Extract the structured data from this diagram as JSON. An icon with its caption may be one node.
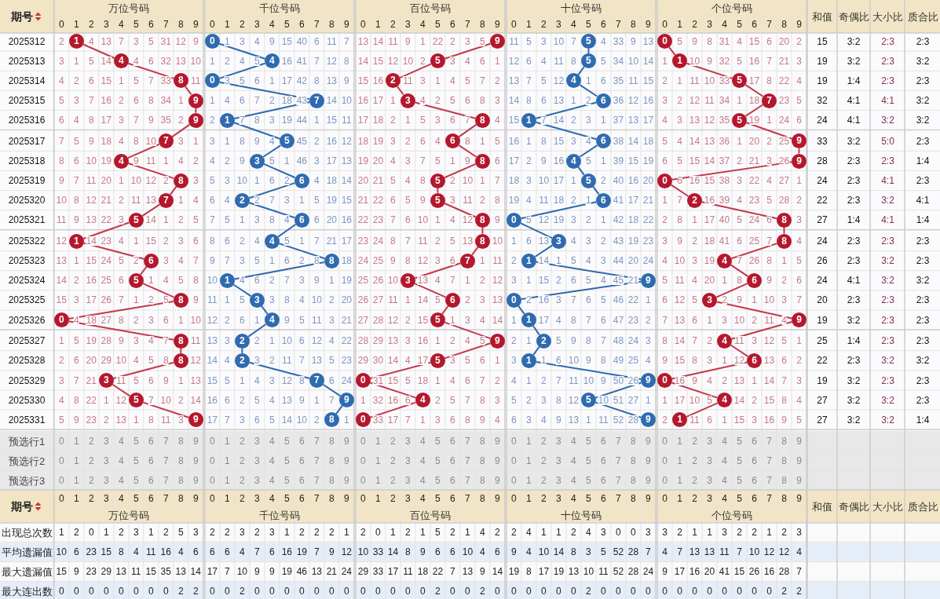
{
  "diagram": {
    "nodes": [
      {
        "text": [
          "1"
        ]
      },
      {
        "text": [
          "0"
        ]
      },
      {
        "text": [
          "9"
        ]
      },
      {
        "text": [
          "5"
        ]
      },
      {
        "text": [
          "0"
        ]
      },
      {
        "text": [
          "4"
        ]
      },
      {
        "text": [
          "4"
        ]
      },
      {
        "text": [
          "5"
        ]
      },
      {
        "text": [
          "5"
        ]
      },
      {
        "text": [
          "1"
        ]
      },
      {
        "text": [
          "8"
        ]
      },
      {
        "text": [
          "0"
        ]
      },
      {
        "text": [
          "2"
        ]
      },
      {
        "text": [
          "4"
        ]
      },
      {
        "text": [
          "5"
        ]
      },
      {
        "text": [
          "9"
        ]
      },
      {
        "text": [
          "7"
        ]
      },
      {
        "text": [
          "3"
        ]
      },
      {
        "text": [
          "6"
        ]
      },
      {
        "text": [
          "7"
        ]
      },
      {
        "text": [
          "9"
        ]
      },
      {
        "text": [
          "1"
        ]
      },
      {
        "text": [
          "8"
        ]
      },
      {
        "text": [
          "1"
        ]
      },
      {
        "text": [
          "5"
        ]
      },
      {
        "text": [
          "7"
        ]
      },
      {
        "text": [
          "5"
        ]
      },
      {
        "text": [
          "6"
        ]
      },
      {
        "text": [
          "6"
        ]
      },
      {
        "text": [
          "9"
        ]
      },
      {
        "text": [
          "4"
        ]
      },
      {
        "text": [
          "3"
        ]
      },
      {
        "text": [
          "8"
        ]
      },
      {
        "text": [
          "4"
        ]
      },
      {
        "text": [
          "9"
        ]
      },
      {
        "text": [
          "8"
        ]
      },
      {
        "text": [
          "6"
        ]
      },
      {
        "text": [
          "5"
        ]
      },
      {
        "text": [
          "5"
        ]
      },
      {
        "text": [
          "0"
        ]
      },
      {
        "text": [
          "7"
        ]
      },
      {
        "text": [
          "2"
        ]
      },
      {
        "text": [
          "5"
        ]
      },
      {
        "text": [
          "6"
        ]
      },
      {
        "text": [
          "2"
        ]
      },
      {
        "text": [
          "5"
        ]
      },
      {
        "text": [
          "6"
        ]
      },
      {
        "text": [
          "8"
        ]
      },
      {
        "text": [
          "0"
        ]
      },
      {
        "text": [
          "8"
        ]
      },
      {
        "text": [
          "1"
        ]
      },
      {
        "text": [
          "4"
        ]
      },
      {
        "text": [
          "8"
        ]
      },
      {
        "text": [
          "3"
        ]
      },
      {
        "text": [
          "8"
        ]
      },
      {
        "text": [
          "6"
        ]
      },
      {
        "text": [
          "8"
        ]
      },
      {
        "text": [
          "7"
        ]
      },
      {
        "text": [
          "1"
        ]
      },
      {
        "text": [
          "4"
        ]
      },
      {
        "text": [
          "5"
        ]
      },
      {
        "text": [
          "1"
        ]
      },
      {
        "text": [
          "3"
        ]
      },
      {
        "text": [
          "9"
        ]
      },
      {
        "text": [
          "6"
        ]
      },
      {
        "text": [
          "8"
        ]
      },
      {
        "text": [
          "3"
        ]
      },
      {
        "text": [
          "6"
        ]
      },
      {
        "text": [
          "0"
        ]
      },
      {
        "text": [
          "3"
        ]
      },
      {
        "text": [
          "0"
        ]
      },
      {
        "text": [
          "4"
        ]
      },
      {
        "text": [
          "5"
        ]
      },
      {
        "text": [
          "1"
        ]
      },
      {
        "text": [
          "9"
        ]
      },
      {
        "text": [
          "8"
        ]
      },
      {
        "text": [
          "2"
        ]
      },
      {
        "text": [
          "9"
        ]
      },
      {
        "text": [
          "2"
        ]
      },
      {
        "text": [
          "4"
        ]
      },
      {
        "text": [
          "8"
        ]
      },
      {
        "text": [
          "2"
        ]
      },
      {
        "text": [
          "5"
        ]
      },
      {
        "text": [
          "1"
        ]
      },
      {
        "text": [
          "6"
        ]
      },
      {
        "text": [
          "3"
        ]
      },
      {
        "text": [
          "7"
        ]
      },
      {
        "text": [
          "0"
        ]
      },
      {
        "text": [
          "9"
        ]
      },
      {
        "text": [
          "0"
        ]
      },
      {
        "text": [
          "5"
        ]
      },
      {
        "text": [
          "9"
        ]
      },
      {
        "text": [
          "4"
        ]
      },
      {
        "text": [
          "5"
        ]
      },
      {
        "text": [
          "4"
        ]
      },
      {
        "text": [
          "9"
        ]
      },
      {
        "text": [
          "8"
        ]
      },
      {
        "text": [
          "0"
        ]
      },
      {
        "text": [
          "9"
        ]
      },
      {
        "text": [
          "1"
        ]
      }
    ],
    "edges": [
      {
        "from": 0,
        "to": 5,
        "arrow": "none"
      },
      {
        "from": 1,
        "to": 6,
        "arrow": "none",
        "color": "#2c6aad"
      },
      {
        "from": 2,
        "to": 7,
        "arrow": "none"
      },
      {
        "from": 3,
        "to": 8,
        "arrow": "none",
        "color": "#2c6aad"
      },
      {
        "from": 4,
        "to": 9,
        "arrow": "none"
      },
      {
        "from": 5,
        "to": 10,
        "arrow": "none"
      },
      {
        "from": 6,
        "to": 11,
        "arrow": "none",
        "color": "#2c6aad"
      },
      {
        "from": 7,
        "to": 12,
        "arrow": "none"
      },
      {
        "from": 8,
        "to": 13,
        "arrow": "none",
        "color": "#2c6aad"
      },
      {
        "from": 9,
        "to": 14,
        "arrow": "none"
      },
      {
        "from": 10,
        "to": 15,
        "arrow": "none"
      },
      {
        "from": 11,
        "to": 16,
        "arrow": "none",
        "color": "#2c6aad"
      },
      {
        "from": 12,
        "to": 17,
        "arrow": "none"
      },
      {
        "from": 13,
        "to": 18,
        "arrow": "none",
        "color": "#2c6aad"
      },
      {
        "from": 14,
        "to": 19,
        "arrow": "none"
      },
      {
        "from": 15,
        "to": 20,
        "arrow": "none"
      },
      {
        "from": 16,
        "to": 21,
        "arrow": "none",
        "color": "#2c6aad"
      },
      {
        "from": 17,
        "to": 22,
        "arrow": "none"
      },
      {
        "from": 18,
        "to": 23,
        "arrow": "none",
        "color": "#2c6aad"
      },
      {
        "from": 19,
        "to": 24,
        "arrow": "none"
      },
      {
        "from": 20,
        "to": 25,
        "arrow": "none"
      },
      {
        "from": 21,
        "to": 26,
        "arrow": "none",
        "color": "#2c6aad"
      },
      {
        "from": 22,
        "to": 27,
        "arrow": "none"
      },
      {
        "from": 23,
        "to": 28,
        "arrow": "none",
        "color": "#2c6aad"
      },
      {
        "from": 24,
        "to": 29,
        "arrow": "none"
      },
      {
        "from": 25,
        "to": 30,
        "arrow": "none"
      },
      {
        "from": 26,
        "to": 31,
        "arrow": "none",
        "color": "#2c6aad"
      },
      {
        "from": 27,
        "to": 32,
        "arrow": "none"
      },
      {
        "from": 28,
        "to": 33,
        "arrow": "none",
        "color": "#2c6aad"
      },
      {
        "from": 29,
        "to": 34,
        "arrow": "none"
      },
      {
        "from": 30,
        "to": 35,
        "arrow": "none"
      },
      {
        "from": 31,
        "to": 36,
        "arrow": "none",
        "color": "#2c6aad"
      },
      {
        "from": 32,
        "to": 37,
        "arrow": "none"
      },
      {
        "from": 33,
        "to": 38,
        "arrow": "none",
        "color": "#2c6aad"
      },
      {
        "from": 34,
        "to": 39,
        "arrow": "none"
      },
      {
        "from": 35,
        "to": 40,
        "arrow": "none"
      },
      {
        "from": 36,
        "to": 41,
        "arrow": "none",
        "color": "#2c6aad"
      },
      {
        "from": 37,
        "to": 42,
        "arrow": "none"
      },
      {
        "from": 38,
        "to": 43,
        "arrow": "none",
        "color": "#2c6aad"
      },
      {
        "from": 39,
        "to": 44,
        "arrow": "none"
      },
      {
        "from": 40,
        "to": 45,
        "arrow": "none"
      },
      {
        "from": 41,
        "to": 46,
        "arrow": "none",
        "color": "#2c6aad"
      },
      {
        "from": 42,
        "to": 47,
        "arrow": "none"
      },
      {
        "from": 43,
        "to": 48,
        "arrow": "none",
        "color": "#2c6aad"
      },
      {
        "from": 44,
        "to": 49,
        "arrow": "none"
      },
      {
        "from": 45,
        "to": 50,
        "arrow": "none"
      },
      {
        "from": 46,
        "to": 51,
        "arrow": "none",
        "color": "#2c6aad"
      },
      {
        "from": 47,
        "to": 52,
        "arrow": "none"
      },
      {
        "from": 48,
        "to": 53,
        "arrow": "none",
        "color": "#2c6aad"
      },
      {
        "from": 49,
        "to": 54,
        "arrow": "none"
      },
      {
        "from": 50,
        "to": 55,
        "arrow": "none"
      },
      {
        "from": 51,
        "to": 56,
        "arrow": "none",
        "color": "#2c6aad"
      },
      {
        "from": 52,
        "to": 57,
        "arrow": "none"
      },
      {
        "from": 53,
        "to": 58,
        "arrow": "none",
        "color": "#2c6aad"
      },
      {
        "from": 54,
        "to": 59,
        "arrow": "none"
      },
      {
        "from": 55,
        "to": 60,
        "arrow": "none"
      },
      {
        "from": 56,
        "to": 61,
        "arrow": "none",
        "color": "#2c6aad"
      },
      {
        "from": 57,
        "to": 62,
        "arrow": "none"
      },
      {
        "from": 58,
        "to": 63,
        "arrow": "none",
        "color": "#2c6aad"
      },
      {
        "from": 59,
        "to": 64,
        "arrow": "none"
      },
      {
        "from": 60,
        "to": 65,
        "arrow": "none"
      },
      {
        "from": 61,
        "to": 66,
        "arrow": "none",
        "color": "#2c6aad"
      },
      {
        "from": 62,
        "to": 67,
        "arrow": "none"
      },
      {
        "from": 63,
        "to": 68,
        "arrow": "none",
        "color": "#2c6aad"
      },
      {
        "from": 64,
        "to": 69,
        "arrow": "none"
      },
      {
        "from": 65,
        "to": 70,
        "arrow": "none"
      },
      {
        "from": 66,
        "to": 71,
        "arrow": "none",
        "color": "#2c6aad"
      },
      {
        "from": 67,
        "to": 72,
        "arrow": "none"
      },
      {
        "from": 68,
        "to": 73,
        "arrow": "none",
        "color": "#2c6aad"
      },
      {
        "from": 69,
        "to": 74,
        "arrow": "none"
      },
      {
        "from": 70,
        "to": 75,
        "arrow": "none"
      },
      {
        "from": 71,
        "to": 76,
        "arrow": "none",
        "color": "#2c6aad"
      },
      {
        "from": 72,
        "to": 77,
        "arrow": "none"
      },
      {
        "from": 73,
        "to": 78,
        "arrow": "none",
        "color": "#2c6aad"
      },
      {
        "from": 74,
        "to": 79,
        "arrow": "none"
      },
      {
        "from": 75,
        "to": 80,
        "arrow": "none"
      },
      {
        "from": 76,
        "to": 81,
        "arrow": "none",
        "color": "#2c6aad"
      },
      {
        "from": 77,
        "to": 82,
        "arrow": "none"
      },
      {
        "from": 78,
        "to": 83,
        "arrow": "none",
        "color": "#2c6aad"
      },
      {
        "from": 79,
        "to": 84,
        "arrow": "none"
      },
      {
        "from": 80,
        "to": 85,
        "arrow": "none"
      },
      {
        "from": 81,
        "to": 86,
        "arrow": "none",
        "color": "#2c6aad"
      },
      {
        "from": 82,
        "to": 87,
        "arrow": "none"
      },
      {
        "from": 83,
        "to": 88,
        "arrow": "none",
        "color": "#2c6aad"
      },
      {
        "from": 84,
        "to": 89,
        "arrow": "none"
      },
      {
        "from": 85,
        "to": 90,
        "arrow": "none"
      },
      {
        "from": 86,
        "to": 91,
        "arrow": "none",
        "color": "#2c6aad"
      },
      {
        "from": 87,
        "to": 92,
        "arrow": "none"
      },
      {
        "from": 88,
        "to": 93,
        "arrow": "none",
        "color": "#2c6aad"
      },
      {
        "from": 89,
        "to": 94,
        "arrow": "none"
      },
      {
        "from": 90,
        "to": 95,
        "arrow": "none"
      },
      {
        "from": 91,
        "to": 96,
        "arrow": "none",
        "color": "#2c6aad"
      },
      {
        "from": 92,
        "to": 97,
        "arrow": "none"
      },
      {
        "from": 93,
        "to": 98,
        "arrow": "none",
        "color": "#2c6aad"
      },
      {
        "from": 94,
        "to": 99,
        "arrow": "none"
      }
    ],
    "labels": [
      "期号",
      "万位号码",
      "千位号码",
      "百位号码",
      "十位号码",
      "个位号码",
      "和值",
      "奇偶比",
      "大小比",
      "质合比",
      "0",
      "1",
      "2",
      "3",
      "4",
      "5",
      "6",
      "7",
      "8",
      "9",
      "0",
      "1",
      "2",
      "3",
      "4",
      "5",
      "6",
      "7",
      "8",
      "9",
      "0",
      "1",
      "2",
      "3",
      "4",
      "5",
      "6",
      "7",
      "8",
      "9",
      "0",
      "1",
      "2",
      "3",
      "4",
      "5",
      "6",
      "7",
      "8",
      "9",
      "0",
      "1",
      "2",
      "3",
      "4",
      "5",
      "6",
      "7",
      "8",
      "9",
      "2025312",
      "2",
      "4",
      "13",
      "7",
      "3",
      "5",
      "31",
      "12",
      "9",
      "1",
      "3",
      "4",
      "9",
      "15",
      "40",
      "6",
      "11",
      "7",
      "13",
      "14",
      "11",
      "9",
      "1",
      "22",
      "2",
      "3",
      "5",
      "11",
      "5",
      "3",
      "10",
      "7",
      "4",
      "33",
      "9",
      "13",
      "5",
      "9",
      "8",
      "31",
      "4",
      "15",
      "6",
      "20",
      "2",
      "15",
      "3:2",
      "2:3",
      "2:3",
      "2025313",
      "3",
      "1",
      "5",
      "14",
      "4",
      "6",
      "32",
      "13",
      "10",
      "1",
      "2",
      "4",
      "5",
      "16",
      "41",
      "7",
      "12",
      "8",
      "14",
      "15",
      "12",
      "10",
      "2",
      "3",
      "4",
      "6",
      "1",
      "12",
      "6",
      "4",
      "11",
      "8",
      "5",
      "34",
      "10",
      "14",
      "1",
      "10",
      "9",
      "32",
      "5",
      "16",
      "7",
      "21",
      "3",
      "19",
      "3:2",
      "2:3",
      "3:2",
      "2025314",
      "4",
      "2",
      "6",
      "15",
      "1",
      "5",
      "7",
      "33",
      "11",
      "3",
      "5",
      "6",
      "1",
      "17",
      "42",
      "8",
      "13",
      "9",
      "15",
      "16",
      "11",
      "3",
      "1",
      "4",
      "5",
      "7",
      "2",
      "13",
      "7",
      "5",
      "12",
      "1",
      "6",
      "35",
      "11",
      "15",
      "2",
      "1",
      "11",
      "10",
      "33",
      "17",
      "8",
      "22",
      "4",
      "19",
      "1:4",
      "2:3",
      "2:3",
      "2025315",
      "5",
      "3",
      "7",
      "16",
      "2",
      "6",
      "8",
      "34",
      "1",
      "1",
      "4",
      "6",
      "7",
      "2",
      "18",
      "43",
      "14",
      "10",
      "16",
      "17",
      "1",
      "4",
      "2",
      "5",
      "6",
      "8",
      "3",
      "14",
      "8",
      "6",
      "13",
      "1",
      "2",
      "36",
      "12",
      "16",
      "3",
      "2",
      "12",
      "11",
      "34",
      "1",
      "18",
      "23",
      "5",
      "32",
      "4:1",
      "4:1",
      "3:2",
      "2025316",
      "6",
      "4",
      "8",
      "17",
      "3",
      "7",
      "9",
      "35",
      "2",
      "2",
      "7",
      "8",
      "3",
      "19",
      "44",
      "1",
      "15",
      "11",
      "17",
      "18",
      "2",
      "1",
      "5",
      "3",
      "6",
      "7",
      "4",
      "15",
      "7",
      "14",
      "2",
      "3",
      "1",
      "37",
      "13",
      "17",
      "4",
      "3",
      "13",
      "12",
      "35",
      "19",
      "1",
      "24",
      "6",
      "24",
      "4:1",
      "3:2",
      "3:2",
      "2025317",
      "7",
      "5",
      "9",
      "18",
      "4",
      "8",
      "10",
      "3",
      "1",
      "3",
      "1",
      "8",
      "9",
      "4",
      "45",
      "2",
      "16",
      "12",
      "18",
      "19",
      "3",
      "2",
      "6",
      "4",
      "8",
      "1",
      "5",
      "16",
      "1",
      "8",
      "15",
      "3",
      "4",
      "38",
      "14",
      "18",
      "5",
      "4",
      "14",
      "13",
      "36",
      "1",
      "20",
      "2",
      "25",
      "33",
      "3:2",
      "5:0",
      "2:3",
      "2025318",
      "8",
      "6",
      "10",
      "19",
      "9",
      "11",
      "1",
      "4",
      "2",
      "4",
      "2",
      "9",
      "5",
      "1",
      "46",
      "3",
      "17",
      "13",
      "19",
      "20",
      "4",
      "3",
      "7",
      "5",
      "1",
      "9",
      "6",
      "17",
      "2",
      "9",
      "16",
      "5",
      "1",
      "39",
      "15",
      "19",
      "6",
      "5",
      "15",
      "14",
      "37",
      "2",
      "21",
      "3",
      "26",
      "28",
      "2:3",
      "2:3",
      "1:4",
      "2025319",
      "9",
      "7",
      "11",
      "20",
      "1",
      "10",
      "12",
      "2",
      "3",
      "5",
      "3",
      "10",
      "1",
      "6",
      "2",
      "4",
      "18",
      "14",
      "20",
      "21",
      "5",
      "4",
      "8",
      "2",
      "10",
      "1",
      "7",
      "18",
      "3",
      "10",
      "17",
      "1",
      "2",
      "40",
      "16",
      "20",
      "6",
      "16",
      "15",
      "38",
      "3",
      "22",
      "4",
      "27",
      "1",
      "24",
      "2:3",
      "4:1",
      "2:3",
      "2025320",
      "10",
      "8",
      "12",
      "21",
      "2",
      "11",
      "13",
      "1",
      "4",
      "6",
      "4",
      "2",
      "7",
      "3",
      "1",
      "5",
      "19",
      "15",
      "21",
      "22",
      "6",
      "5",
      "9",
      "3",
      "11",
      "2",
      "8",
      "19",
      "4",
      "11",
      "18",
      "2",
      "1",
      "41",
      "17",
      "21",
      "1",
      "7",
      "16",
      "39",
      "4",
      "23",
      "5",
      "28",
      "2",
      "22",
      "2:3",
      "3:2",
      "4:1",
      "2025321",
      "11",
      "9",
      "13",
      "22",
      "3",
      "14",
      "1",
      "2",
      "5",
      "7",
      "5",
      "1",
      "3",
      "8",
      "4",
      "6",
      "20",
      "16",
      "22",
      "23",
      "7",
      "6",
      "10",
      "1",
      "4",
      "12",
      "9",
      "5",
      "12",
      "19",
      "3",
      "2",
      "1",
      "42",
      "18",
      "22",
      "2",
      "8",
      "1",
      "17",
      "40",
      "5",
      "24",
      "6",
      "3",
      "27",
      "1:4",
      "4:1",
      "1:4",
      "2025322",
      "12",
      "14",
      "23",
      "4",
      "1",
      "15",
      "2",
      "3",
      "6",
      "8",
      "6",
      "2",
      "4",
      "5",
      "1",
      "7",
      "21",
      "17",
      "23",
      "24",
      "8",
      "7",
      "11",
      "2",
      "5",
      "13",
      "10",
      "1",
      "6",
      "13",
      "4",
      "3",
      "2",
      "43",
      "19",
      "23",
      "3",
      "9",
      "2",
      "18",
      "41",
      "6",
      "25",
      "7",
      "4",
      "24",
      "2:3",
      "2:3",
      "2:3",
      "2025323",
      "13",
      "1",
      "15",
      "24",
      "5",
      "2",
      "3",
      "4",
      "7",
      "9",
      "7",
      "3",
      "5",
      "1",
      "6",
      "2",
      "8",
      "18",
      "24",
      "25",
      "9",
      "8",
      "12",
      "3",
      "6",
      "1",
      "11",
      "2",
      "14",
      "1",
      "5",
      "4",
      "3",
      "44",
      "20",
      "24",
      "4",
      "10",
      "3",
      "19",
      "7",
      "26",
      "8",
      "1",
      "5",
      "26",
      "2:3",
      "3:2",
      "2:3",
      "2025324",
      "14",
      "2",
      "16",
      "25",
      "6",
      "1",
      "4",
      "5",
      "8",
      "10",
      "4",
      "6",
      "2",
      "7",
      "3",
      "9",
      "1",
      "19",
      "25",
      "26",
      "10",
      "13",
      "4",
      "7",
      "1",
      "2",
      "12",
      "3",
      "1",
      "15",
      "2",
      "6",
      "5",
      "4",
      "45",
      "21",
      "5",
      "11",
      "4",
      "20",
      "1",
      "8",
      "9",
      "2",
      "6",
      "24",
      "4:1",
      "3:2",
      "3:2",
      "2025325",
      "15",
      "3",
      "17",
      "26",
      "7",
      "1",
      "2",
      "5",
      "9",
      "11",
      "1",
      "5",
      "3",
      "8",
      "4",
      "10",
      "2",
      "20",
      "26",
      "27",
      "11",
      "1",
      "14",
      "5",
      "2",
      "3",
      "13",
      "2",
      "16",
      "3",
      "7",
      "6",
      "5",
      "46",
      "22",
      "1",
      "6",
      "12",
      "5",
      "2",
      "9",
      "1",
      "10",
      "3",
      "7",
      "20",
      "2:3",
      "2:3",
      "2:3",
      "2025326",
      "4",
      "18",
      "27",
      "8",
      "2",
      "3",
      "6",
      "1",
      "10",
      "12",
      "2",
      "6",
      "1",
      "9",
      "5",
      "11",
      "3",
      "21",
      "27",
      "28",
      "12",
      "2",
      "15",
      "1",
      "3",
      "4",
      "14",
      "1",
      "17",
      "4",
      "8",
      "7",
      "6",
      "47",
      "23",
      "2",
      "7",
      "13",
      "6",
      "1",
      "3",
      "10",
      "2",
      "11",
      "4",
      "19",
      "3:2",
      "2:3",
      "2:3",
      "2025327",
      "1",
      "5",
      "19",
      "28",
      "9",
      "3",
      "4",
      "7",
      "11",
      "13",
      "3",
      "2",
      "1",
      "10",
      "6",
      "12",
      "4",
      "22",
      "28",
      "29",
      "13",
      "3",
      "16",
      "1",
      "2",
      "4",
      "5",
      "2",
      "1",
      "5",
      "9",
      "8",
      "7",
      "48",
      "24",
      "3",
      "8",
      "14",
      "7",
      "2",
      "11",
      "3",
      "12",
      "5",
      "1",
      "25",
      "1:4",
      "2:3",
      "2:3",
      "2025328",
      "2",
      "6",
      "20",
      "29",
      "10",
      "4",
      "5",
      "8",
      "12",
      "14",
      "4",
      "3",
      "2",
      "11",
      "7",
      "13",
      "5",
      "23",
      "29",
      "30",
      "14",
      "4",
      "17",
      "3",
      "5",
      "6",
      "1",
      "3",
      "1",
      "6",
      "10",
      "9",
      "8",
      "49",
      "25",
      "4",
      "9",
      "15",
      "8",
      "3",
      "1",
      "12",
      "13",
      "6",
      "2",
      "22",
      "2:3",
      "3:2",
      "3:2",
      "2025329",
      "3",
      "7",
      "21",
      "11",
      "5",
      "6",
      "9",
      "1",
      "13",
      "15",
      "5",
      "1",
      "4",
      "3",
      "12",
      "8",
      "6",
      "24",
      "31",
      "15",
      "5",
      "18",
      "1",
      "4",
      "6",
      "7",
      "2",
      "4",
      "1",
      "2",
      "7",
      "11",
      "10",
      "9",
      "50",
      "26",
      "16",
      "9",
      "4",
      "2",
      "13",
      "1",
      "14",
      "7",
      "3",
      "19",
      "3:2",
      "2:3",
      "2:3",
      "2025330",
      "4",
      "8",
      "22",
      "1",
      "12",
      "7",
      "10",
      "2",
      "14",
      "16",
      "6",
      "2",
      "5",
      "4",
      "13",
      "9",
      "1",
      "7",
      "1",
      "32",
      "16",
      "6",
      "2",
      "5",
      "7",
      "8",
      "3",
      "5",
      "2",
      "3",
      "8",
      "12",
      "10",
      "51",
      "27",
      "1",
      "1",
      "17",
      "10",
      "5",
      "14",
      "2",
      "15",
      "8",
      "4",
      "27",
      "3:2",
      "3:2",
      "2:3",
      "2025331",
      "5",
      "9",
      "23",
      "2",
      "13",
      "1",
      "8",
      "11",
      "3",
      "17",
      "7",
      "3",
      "6",
      "5",
      "14",
      "10",
      "2",
      "1",
      "33",
      "17",
      "7",
      "1",
      "3",
      "6",
      "8",
      "9",
      "4",
      "6",
      "3",
      "4",
      "9",
      "13",
      "1",
      "11",
      "52",
      "28",
      "2",
      "11",
      "6",
      "1",
      "15",
      "3",
      "16",
      "9",
      "5",
      "27",
      "3:2",
      "3:2",
      "1:4",
      "预选行1",
      "0",
      "1",
      "2",
      "3",
      "4",
      "5",
      "6",
      "7",
      "8",
      "9",
      "0",
      "1",
      "2",
      "3",
      "4",
      "5",
      "6",
      "7",
      "8",
      "9",
      "0",
      "1",
      "2",
      "3",
      "4",
      "5",
      "6",
      "7",
      "8",
      "9",
      "0",
      "1",
      "2",
      "3",
      "4",
      "5",
      "6",
      "7",
      "8",
      "9",
      "0",
      "1",
      "2",
      "3",
      "4",
      "5",
      "6",
      "7",
      "8",
      "9",
      "预选行2",
      "0",
      "1",
      "2",
      "3",
      "4",
      "5",
      "6",
      "7",
      "8",
      "9",
      "0",
      "1",
      "2",
      "3",
      "4",
      "5",
      "6",
      "7",
      "8",
      "9",
      "0",
      "1",
      "2",
      "3",
      "4",
      "5",
      "6",
      "7",
      "8",
      "9",
      "0",
      "1",
      "2",
      "3",
      "4",
      "5",
      "6",
      "7",
      "8",
      "9",
      "0",
      "1",
      "2",
      "3",
      "4",
      "5",
      "6",
      "7",
      "8",
      "9",
      "预选行3",
      "0",
      "1",
      "2",
      "3",
      "4",
      "5",
      "6",
      "7",
      "8",
      "9",
      "0",
      "1",
      "2",
      "3",
      "4",
      "5",
      "6",
      "7",
      "8",
      "9",
      "0",
      "1",
      "2",
      "3",
      "4",
      "5",
      "6",
      "7",
      "8",
      "9",
      "0",
      "1",
      "2",
      "3",
      "4",
      "5",
      "6",
      "7",
      "8",
      "9",
      "0",
      "1",
      "2",
      "3",
      "4",
      "5",
      "6",
      "7",
      "8",
      "9",
      "期号",
      "0",
      "1",
      "2",
      "3",
      "4",
      "5",
      "6",
      "7",
      "8",
      "9",
      "0",
      "1",
      "2",
      "3",
      "4",
      "5",
      "6",
      "7",
      "8",
      "9",
      "0",
      "1",
      "2",
      "3",
      "4",
      "5",
      "6",
      "7",
      "8",
      "9",
      "0",
      "1",
      "2",
      "3",
      "4",
      "5",
      "6",
      "7",
      "8",
      "9",
      "0",
      "1",
      "2",
      "3",
      "4",
      "5",
      "6",
      "7",
      "8",
      "9",
      "万位号码",
      "千位号码",
      "百位号码",
      "十位号码",
      "个位号码",
      "和值",
      "奇偶比",
      "大小比",
      "质合比",
      "出现总次数",
      "1",
      "2",
      "0",
      "1",
      "2",
      "3",
      "1",
      "2",
      "5",
      "3",
      "2",
      "2",
      "3",
      "2",
      "3",
      "1",
      "2",
      "2",
      "2",
      "1",
      "2",
      "0",
      "1",
      "2",
      "1",
      "5",
      "2",
      "1",
      "4",
      "2",
      "2",
      "4",
      "1",
      "1",
      "2",
      "4",
      "3",
      "0",
      "0",
      "3",
      "3",
      "2",
      "1",
      "1",
      "3",
      "2",
      "2",
      "1",
      "2",
      "3",
      "平均遗漏值",
      "10",
      "6",
      "23",
      "15",
      "8",
      "4",
      "11",
      "16",
      "4",
      "6",
      "6",
      "6",
      "4",
      "7",
      "6",
      "16",
      "19",
      "7",
      "9",
      "12",
      "10",
      "33",
      "14",
      "8",
      "9",
      "6",
      "6",
      "10",
      "4",
      "6",
      "9",
      "4",
      "10",
      "14",
      "8",
      "3",
      "5",
      "52",
      "28",
      "7",
      "4",
      "7",
      "13",
      "13",
      "11",
      "7",
      "10",
      "12",
      "12",
      "4",
      "最大遗漏值",
      "15",
      "9",
      "23",
      "29",
      "13",
      "11",
      "15",
      "35",
      "13",
      "14",
      "17",
      "7",
      "10",
      "9",
      "9",
      "19",
      "46",
      "13",
      "21",
      "24",
      "29",
      "33",
      "17",
      "11",
      "18",
      "22",
      "7",
      "13",
      "9",
      "14",
      "19",
      "8",
      "17",
      "19",
      "13",
      "10",
      "11",
      "52",
      "28",
      "24",
      "9",
      "17",
      "16",
      "20",
      "41",
      "15",
      "26",
      "16",
      "28",
      "7",
      "最大连出数",
      "0",
      "0",
      "0",
      "0",
      "0",
      "0",
      "0",
      "0",
      "2",
      "2",
      "0",
      "0",
      "2",
      "0",
      "0",
      "0",
      "0",
      "0",
      "0",
      "0",
      "0",
      "0",
      "0",
      "0",
      "0",
      "2",
      "0",
      "0",
      "2",
      "0",
      "0",
      "0",
      "0",
      "0",
      "0",
      "2",
      "0",
      "0",
      "0",
      "0",
      "0",
      "0",
      "0",
      "0",
      "0",
      "0",
      "0",
      "0",
      "2",
      "2"
    ]
  }
}
